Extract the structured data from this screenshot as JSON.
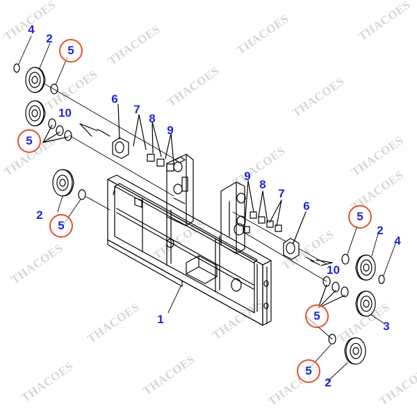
{
  "watermark": "THACOES",
  "colors": {
    "callout_text": "#1f24d8",
    "highlight_ring": "#e2502a",
    "line_art": "#000000"
  },
  "callouts": [
    {
      "label": "4",
      "highlighted": false
    },
    {
      "label": "2",
      "highlighted": false
    },
    {
      "label": "5",
      "highlighted": true
    },
    {
      "label": "10",
      "highlighted": false
    },
    {
      "label": "5",
      "highlighted": true
    },
    {
      "label": "6",
      "highlighted": false
    },
    {
      "label": "7",
      "highlighted": false
    },
    {
      "label": "8",
      "highlighted": false
    },
    {
      "label": "9",
      "highlighted": false
    },
    {
      "label": "2",
      "highlighted": false
    },
    {
      "label": "5",
      "highlighted": true
    },
    {
      "label": "9",
      "highlighted": false
    },
    {
      "label": "8",
      "highlighted": false
    },
    {
      "label": "7",
      "highlighted": false
    },
    {
      "label": "6",
      "highlighted": false
    },
    {
      "label": "5",
      "highlighted": true
    },
    {
      "label": "2",
      "highlighted": false
    },
    {
      "label": "4",
      "highlighted": false
    },
    {
      "label": "10",
      "highlighted": false
    },
    {
      "label": "1",
      "highlighted": false
    },
    {
      "label": "5",
      "highlighted": true
    },
    {
      "label": "3",
      "highlighted": false
    },
    {
      "label": "5",
      "highlighted": true
    },
    {
      "label": "2",
      "highlighted": false
    }
  ]
}
